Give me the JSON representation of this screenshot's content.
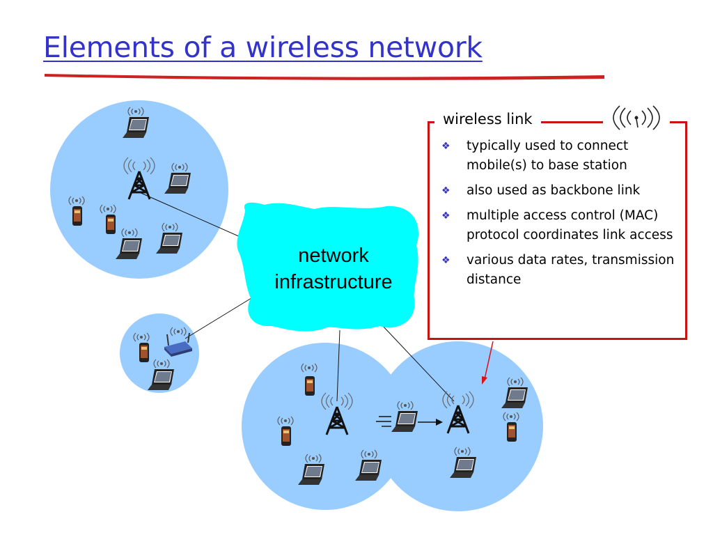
{
  "title": "Elements of a wireless network",
  "cloud": {
    "line1": "network",
    "line2": "infrastructure"
  },
  "wireless_link": {
    "heading": "wireless link",
    "bullets": [
      "typically used to connect mobile(s) to base station",
      "also used as backbone link",
      "multiple access control (MAC) protocol coordinates link access",
      "various data rates, transmission distance"
    ]
  },
  "colors": {
    "title": "#3333cc",
    "cell": "#99ccff",
    "cloud": "#00ffff",
    "box_border": "#cc1111",
    "bullet": "#3333bb"
  }
}
